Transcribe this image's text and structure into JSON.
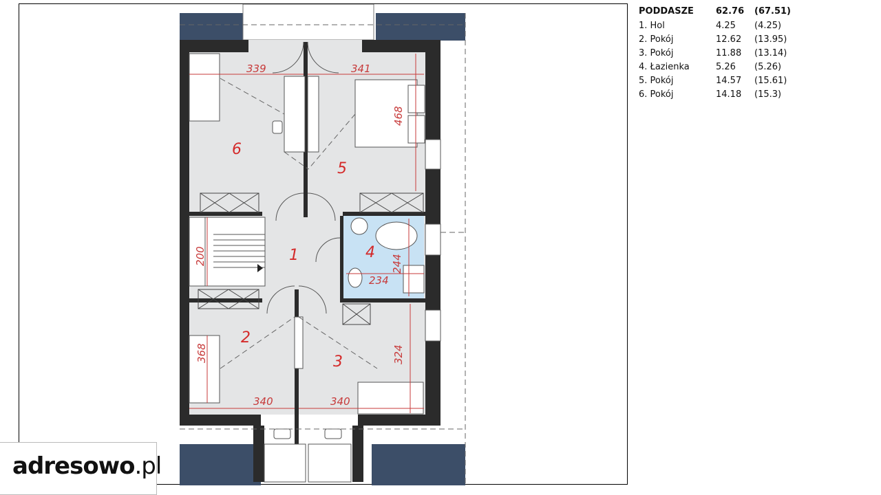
{
  "floor": {
    "name": "PODDASZE",
    "usable_area": "62.76",
    "total_area": "(67.51)"
  },
  "rooms": [
    {
      "label": "1. Hol",
      "area": "4.25",
      "total": "(4.25)"
    },
    {
      "label": "2. Pokój",
      "area": "12.62",
      "total": "(13.95)"
    },
    {
      "label": "3. Pokój",
      "area": "11.88",
      "total": "(13.14)"
    },
    {
      "label": "4. Łazienka",
      "area": "5.26",
      "total": "(5.26)"
    },
    {
      "label": "5.  Pokój",
      "area": "14.57",
      "total": "(15.61)"
    },
    {
      "label": "6. Pokój",
      "area": "14.18",
      "total": "(15.3)"
    }
  ],
  "plan_labels": {
    "room_numbers": [
      "1",
      "2",
      "3",
      "4",
      "5",
      "6"
    ],
    "dimensions": [
      "339",
      "341",
      "468",
      "200",
      "244",
      "234",
      "368",
      "324",
      "340",
      "340"
    ]
  },
  "logo": {
    "brand": "adresowo",
    "domain": ".pl"
  },
  "colors": {
    "wall": "#2b2b2b",
    "floor": "#e4e5e6",
    "bathroom": "#c8e2f4",
    "roof": "#3c4e68",
    "label_red": "#d42a2a"
  }
}
